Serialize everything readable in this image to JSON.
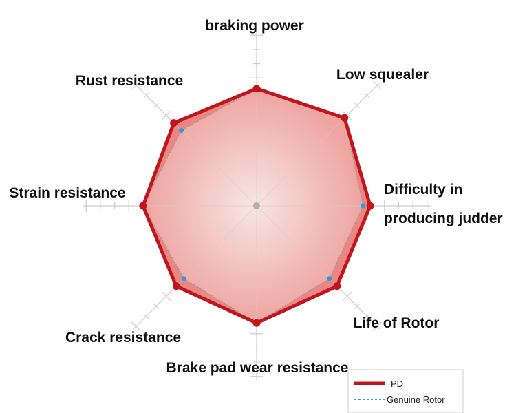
{
  "chart_data": {
    "type": "radar",
    "axes": [
      {
        "label_lines": [
          "braking power"
        ]
      },
      {
        "label_lines": [
          "Low squealer"
        ]
      },
      {
        "label_lines": [
          "Difficulty in",
          "producing judder"
        ]
      },
      {
        "label_lines": [
          "Life of Rotor"
        ]
      },
      {
        "label_lines": [
          "Brake pad wear resistance"
        ]
      },
      {
        "label_lines": [
          "Crack resistance"
        ]
      },
      {
        "label_lines": [
          "Strain resistance"
        ]
      },
      {
        "label_lines": [
          "Rust resistance"
        ]
      }
    ],
    "range": [
      0,
      5
    ],
    "series": [
      {
        "name": "PD",
        "color": "#c0161c",
        "line": "solid",
        "values": [
          3.3,
          3.5,
          3.2,
          3.2,
          3.3,
          3.2,
          3.2,
          3.3
        ]
      },
      {
        "name": "Genuine Rotor",
        "color": "#2a9fd6",
        "line": "dotted",
        "values": [
          3.3,
          3.5,
          3.0,
          2.9,
          3.3,
          2.9,
          3.2,
          3.0
        ]
      }
    ],
    "legend": "bottom-right",
    "grid": true
  }
}
